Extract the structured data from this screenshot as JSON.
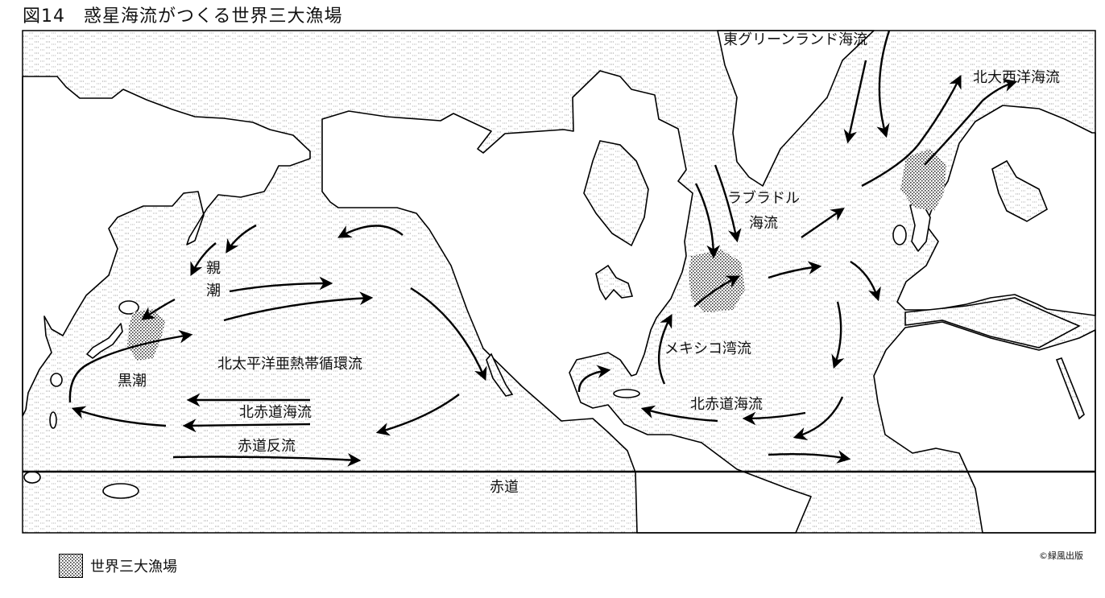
{
  "title": "図14　惑星海流がつくる世界三大漁場",
  "labels": {
    "east_greenland_current": "東グリーンランド海流",
    "north_atlantic_current": "北大西洋海流",
    "labrador_current_line1": "ラブラドル",
    "labrador_current_line2": "海流",
    "oyashio": "親潮",
    "kuroshio": "黒潮",
    "north_pacific_gyre": "北太平洋亜熱帯循環流",
    "north_equatorial_current_pacific": "北赤道海流",
    "equatorial_counter_current": "赤道反流",
    "gulf_stream": "メキシコ湾流",
    "north_equatorial_current_atlantic": "北赤道海流",
    "equator": "赤道"
  },
  "legend": {
    "fishing_grounds": "世界三大漁場"
  },
  "copyright": "©緑風出版",
  "colors": {
    "land": "#ffffff",
    "ocean_hatch": "#8a8a8a",
    "outline": "#000000",
    "fishing_ground_dots": "#333333"
  }
}
